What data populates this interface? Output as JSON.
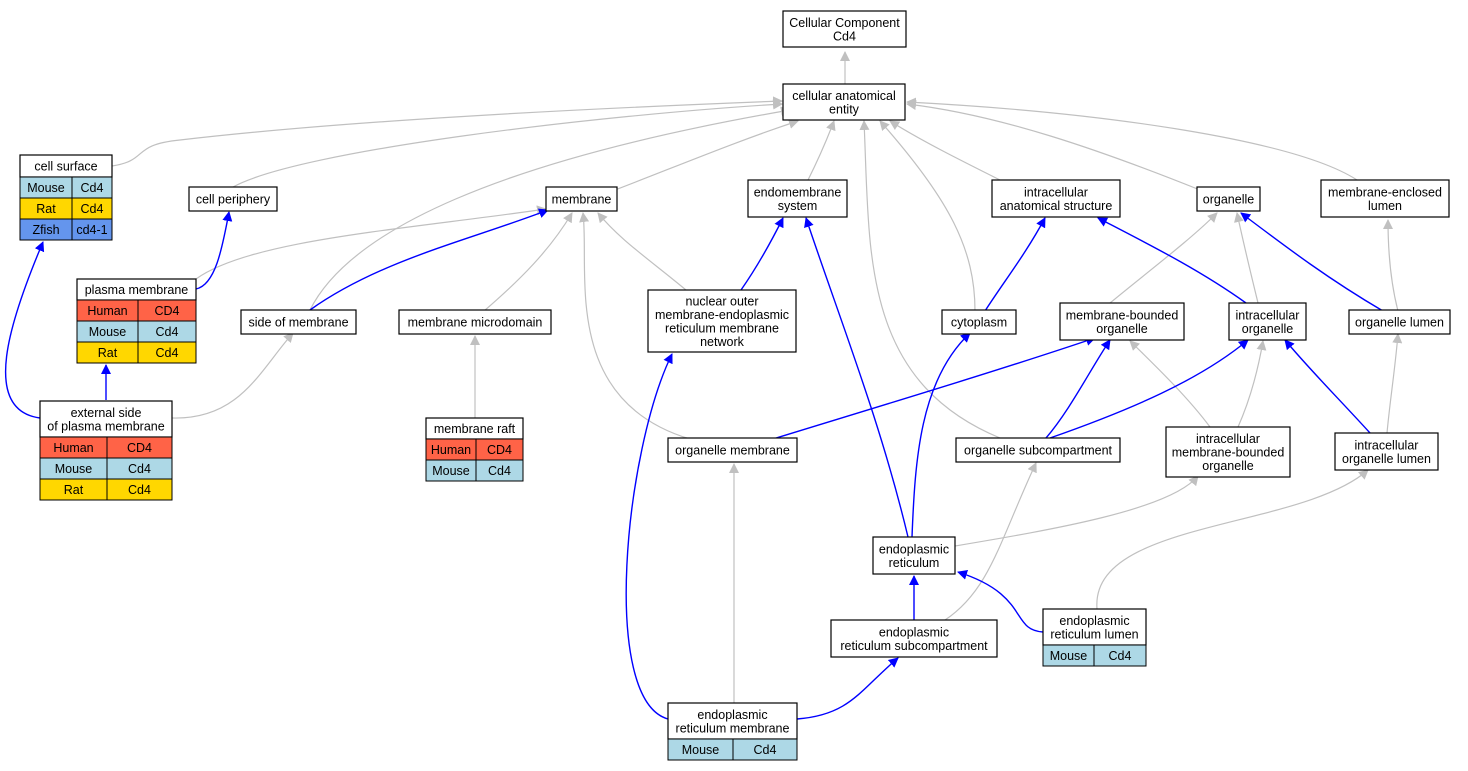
{
  "colors": {
    "human": "#ff6347",
    "mouse": "#add8e6",
    "rat": "#ffd700",
    "zfish": "#6495ed",
    "edge_is_a": "#c0c0c0",
    "edge_part_of": "#0000ff"
  },
  "nodes": {
    "cc": {
      "lines": [
        "Cellular Component",
        "Cd4"
      ]
    },
    "cae": {
      "lines": [
        "cellular anatomical",
        "entity"
      ]
    },
    "cs": {
      "lines": [
        "cell surface"
      ],
      "rows": [
        [
          "Mouse",
          "Cd4"
        ],
        [
          "Rat",
          "Cd4"
        ],
        [
          "Zfish",
          "cd4-1"
        ]
      ]
    },
    "cp": {
      "lines": [
        "cell periphery"
      ]
    },
    "mem": {
      "lines": [
        "membrane"
      ]
    },
    "ems": {
      "lines": [
        "endomembrane",
        "system"
      ]
    },
    "ias": {
      "lines": [
        "intracellular",
        "anatomical structure"
      ]
    },
    "org": {
      "lines": [
        "organelle"
      ]
    },
    "mel": {
      "lines": [
        "membrane-enclosed",
        "lumen"
      ]
    },
    "pm": {
      "lines": [
        "plasma membrane"
      ],
      "rows": [
        [
          "Human",
          "CD4"
        ],
        [
          "Mouse",
          "Cd4"
        ],
        [
          "Rat",
          "Cd4"
        ]
      ]
    },
    "som": {
      "lines": [
        "side of membrane"
      ]
    },
    "mmd": {
      "lines": [
        "membrane microdomain"
      ]
    },
    "nom": {
      "lines": [
        "nuclear outer",
        "membrane-endoplasmic",
        "reticulum membrane",
        "network"
      ]
    },
    "cyt": {
      "lines": [
        "cytoplasm"
      ]
    },
    "mbo": {
      "lines": [
        "membrane-bounded",
        "organelle"
      ]
    },
    "io": {
      "lines": [
        "intracellular",
        "organelle"
      ]
    },
    "ol": {
      "lines": [
        "organelle lumen"
      ]
    },
    "espm": {
      "lines": [
        "external side",
        "of plasma membrane"
      ],
      "rows": [
        [
          "Human",
          "CD4"
        ],
        [
          "Mouse",
          "Cd4"
        ],
        [
          "Rat",
          "Cd4"
        ]
      ]
    },
    "mr": {
      "lines": [
        "membrane raft"
      ],
      "rows": [
        [
          "Human",
          "CD4"
        ],
        [
          "Mouse",
          "Cd4"
        ]
      ]
    },
    "om": {
      "lines": [
        "organelle membrane"
      ]
    },
    "osc": {
      "lines": [
        "organelle subcompartment"
      ]
    },
    "imbo": {
      "lines": [
        "intracellular",
        "membrane-bounded",
        "organelle"
      ]
    },
    "iol": {
      "lines": [
        "intracellular",
        "organelle lumen"
      ]
    },
    "er": {
      "lines": [
        "endoplasmic",
        "reticulum"
      ]
    },
    "ersc": {
      "lines": [
        "endoplasmic",
        "reticulum subcompartment"
      ]
    },
    "erl": {
      "lines": [
        "endoplasmic",
        "reticulum lumen"
      ],
      "rows": [
        [
          "Mouse",
          "Cd4"
        ]
      ]
    },
    "erm": {
      "lines": [
        "endoplasmic",
        "reticulum membrane"
      ],
      "rows": [
        [
          "Mouse",
          "Cd4"
        ]
      ]
    }
  }
}
